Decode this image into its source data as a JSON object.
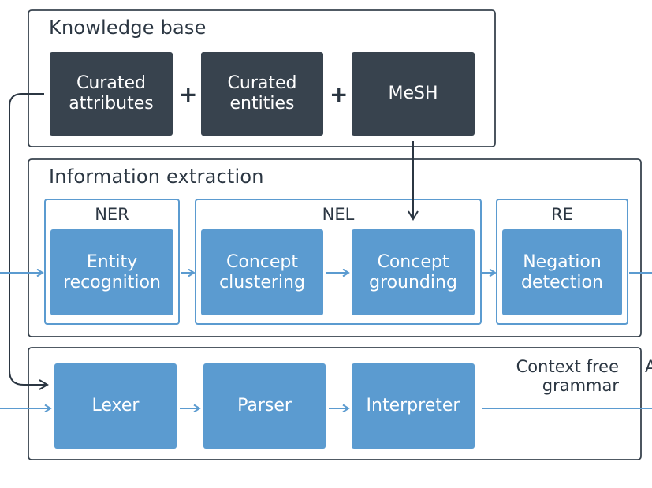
{
  "knowledge_base": {
    "title": "Knowledge base",
    "items": [
      "Curated\nattributes",
      "Curated\nentities",
      "MeSH"
    ],
    "plus": "+"
  },
  "information_extraction": {
    "title": "Information extraction",
    "ner": {
      "label": "NER",
      "box": "Entity\nrecognition"
    },
    "nel": {
      "label": "NEL",
      "boxes": [
        "Concept\nclustering",
        "Concept\ngrounding"
      ]
    },
    "re": {
      "label": "RE",
      "box": "Negation\ndetection"
    }
  },
  "grammar": {
    "title": "Context free\ngrammar",
    "boxes": [
      "Lexer",
      "Parser",
      "Interpreter"
    ],
    "edge_fragment": "A"
  },
  "colors": {
    "dark_box": "#38434e",
    "blue_box": "#5b9bd0",
    "container_border": "#38434e",
    "inner_border": "#5b9bd0",
    "arrow": "#5b9bd0",
    "dark_arrow": "#2b3642"
  }
}
